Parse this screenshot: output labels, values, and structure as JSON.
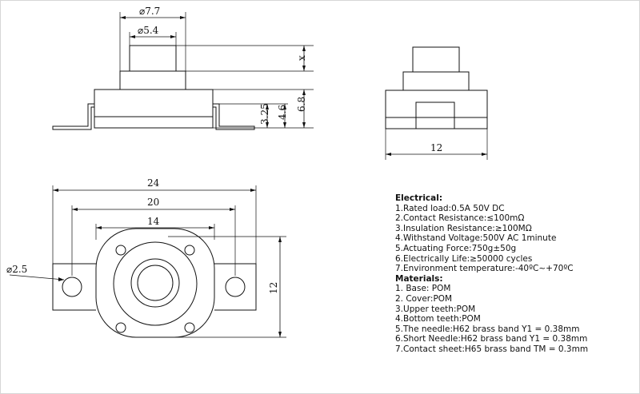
{
  "dimensions": {
    "top_width_outer": "⌀7.7",
    "top_width_inner": "⌀5.4",
    "travel": "x",
    "height_total": "6.8",
    "height_body": "4.6",
    "height_base": "3.25",
    "side_width": "12",
    "bottom_width_outer": "24",
    "bottom_width_mid": "20",
    "bottom_width_inner": "14",
    "bottom_height": "12",
    "hole_diameter": "⌀2.5"
  },
  "specs": {
    "electrical_heading": "Electrical:",
    "electrical": [
      "1.Rated load:0.5A 50V DC",
      "2.Contact Resistance:≤100mΩ",
      "3.Insulation Resistance:≥100MΩ",
      "4.Withstand Voltage:500V AC 1minute",
      "5.Actuating Force:750g±50g",
      "6.Electrically Life:≥50000 cycles",
      "7.Environment temperature:-40ºC~+70ºC"
    ],
    "materials_heading": "Materials:",
    "materials": [
      "1. Base: POM",
      "2. Cover:POM",
      "3.Upper teeth:POM",
      "4.Bottom teeth:POM",
      "5.The needle:H62 brass band Y1 = 0.38mm",
      "6.Short Needle:H62 brass band Y1 = 0.38mm",
      "7.Contact sheet:H65 brass band TM = 0.3mm"
    ]
  }
}
